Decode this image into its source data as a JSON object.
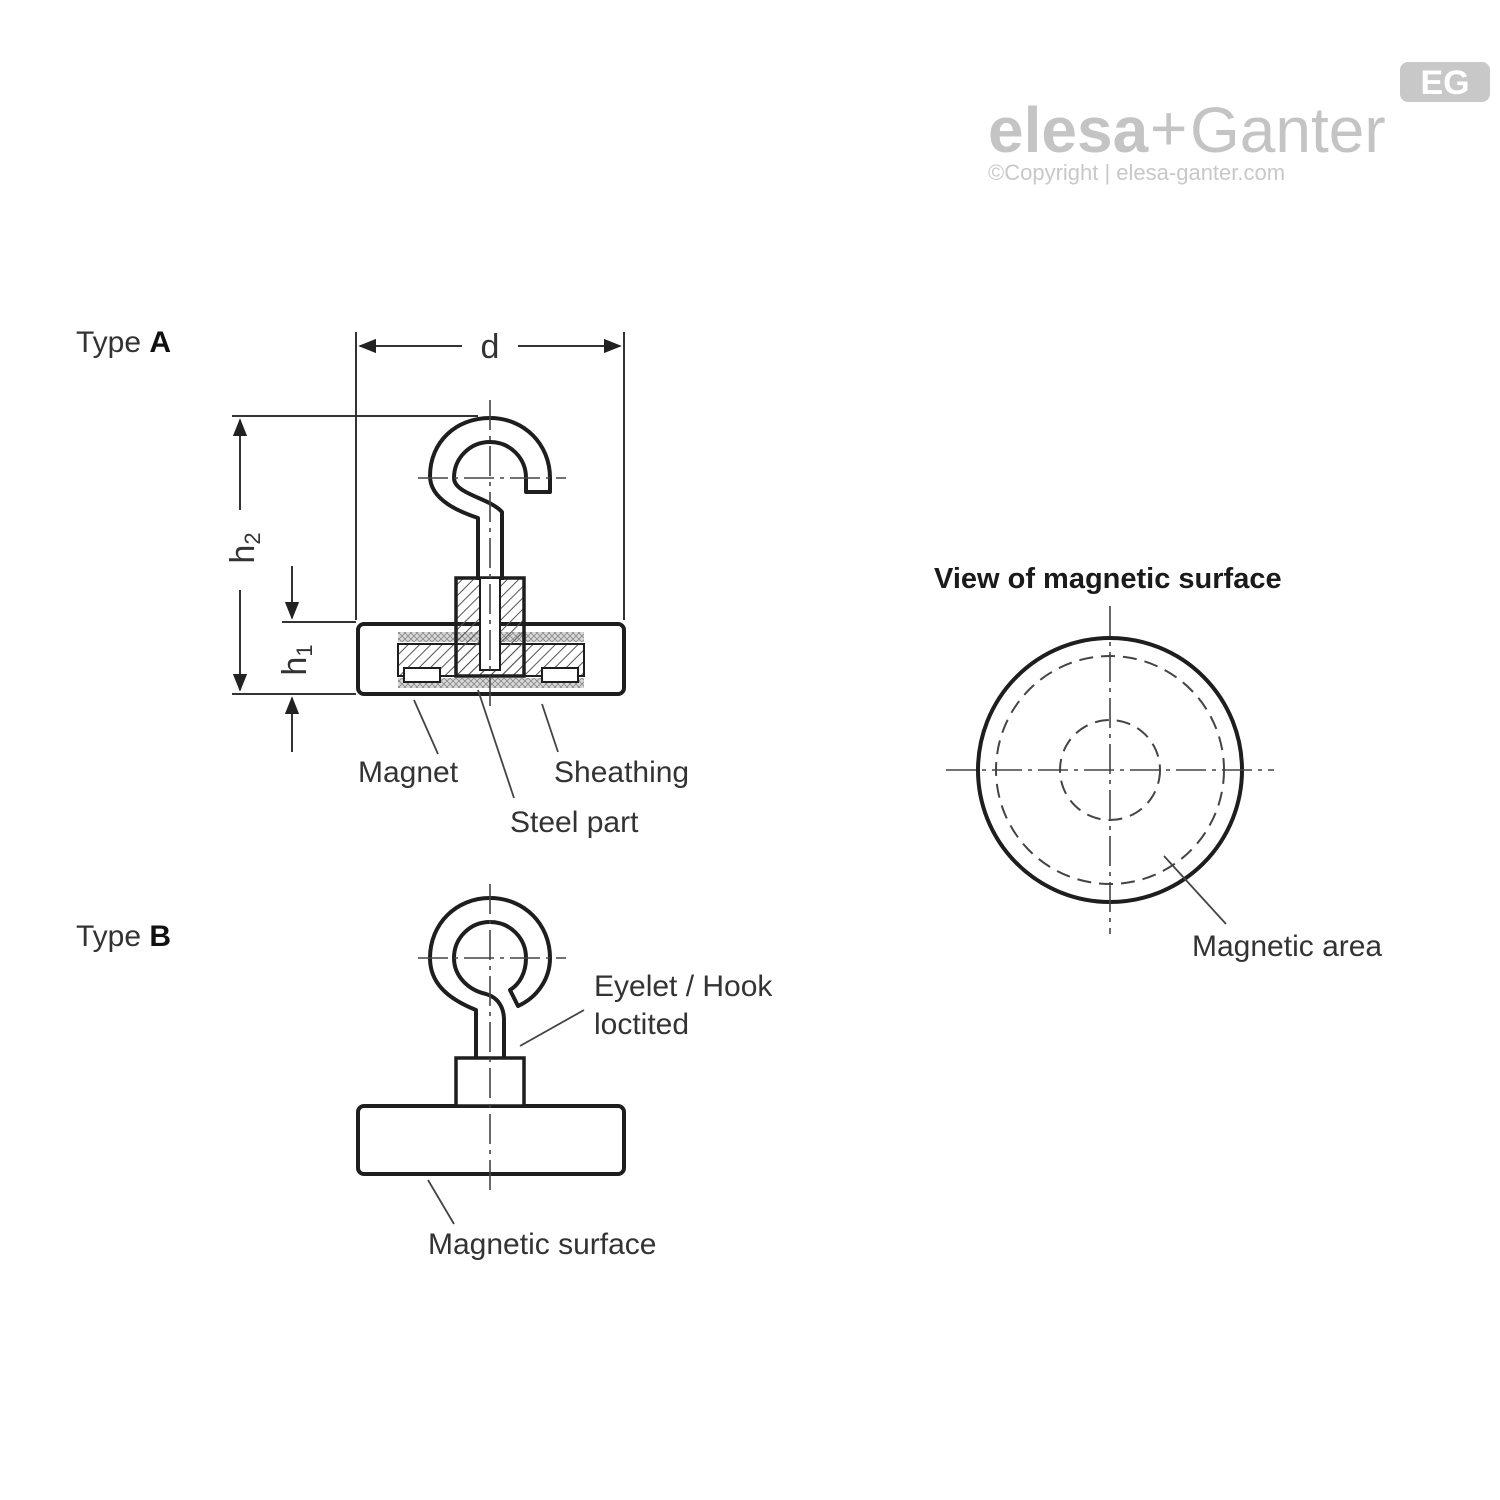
{
  "logo": {
    "badge": "EG",
    "brand_left": "elesa",
    "brand_plus": "+",
    "brand_right": "Ganter",
    "copyright": "©Copyright | elesa-ganter.com"
  },
  "type_a": {
    "label_prefix": "Type ",
    "label_letter": "A",
    "dim_d": "d",
    "dim_h2_main": "h",
    "dim_h2_sub": "2",
    "dim_h1_main": "h",
    "dim_h1_sub": "1",
    "callouts": {
      "magnet": "Magnet",
      "sheathing": "Sheathing",
      "steel_part": "Steel part"
    }
  },
  "type_b": {
    "label_prefix": "Type ",
    "label_letter": "B",
    "callouts": {
      "eyelet_line1": "Eyelet / Hook",
      "eyelet_line2": "loctited",
      "magnetic_surface": "Magnetic surface"
    }
  },
  "surface_view": {
    "title": "View of magnetic surface",
    "magnetic_area": "Magnetic area"
  }
}
